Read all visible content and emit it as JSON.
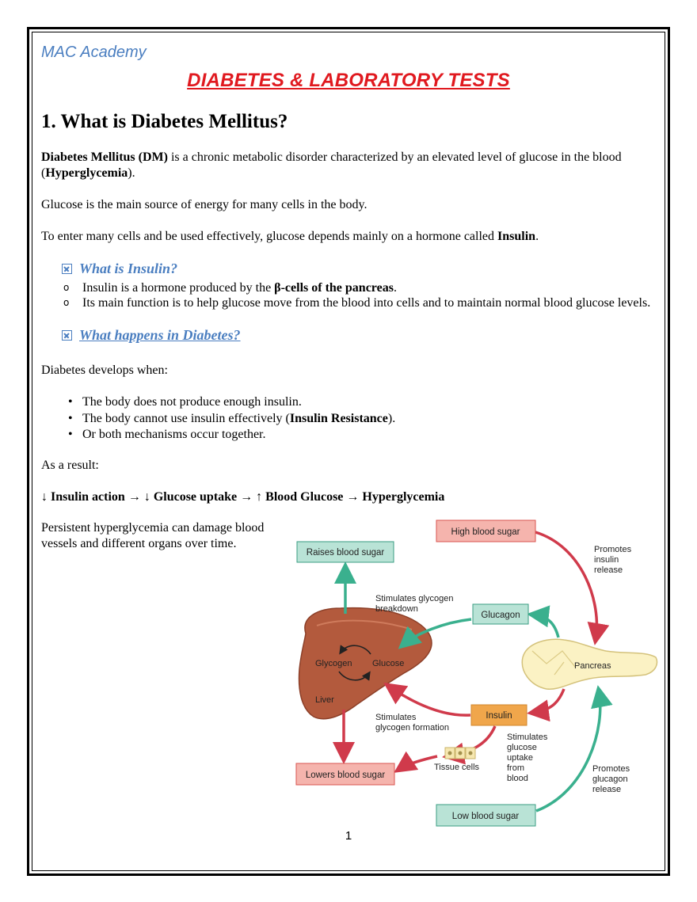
{
  "brand": "MAC Academy",
  "title": "DIABETES & LABORATORY TESTS",
  "heading": "1. What is Diabetes Mellitus?",
  "para1": {
    "term": "Diabetes Mellitus (DM)",
    "text1": " is a chronic metabolic disorder characterized by an elevated level of glucose in the blood (",
    "term2": "Hyperglycemia",
    "text2": ")."
  },
  "para2": "Glucose is the main source of energy for many cells in the body.",
  "para3": {
    "text": "To enter many cells and be used effectively, glucose depends mainly on a hormone called ",
    "term": "Insulin",
    "end": "."
  },
  "insulin_section": {
    "title": "What is Insulin?",
    "items": [
      {
        "text": "Insulin is a hormone produced by the ",
        "bold": "β-cells of the pancreas",
        "end": "."
      },
      {
        "text": "Its main function is to help glucose move from the blood into cells and to maintain normal blood glucose levels.",
        "bold": "",
        "end": ""
      }
    ]
  },
  "diabetes_section": {
    "title": "What happens in Diabetes?",
    "intro": "Diabetes develops when:",
    "bullets": [
      {
        "text": "The body does not produce enough insulin.",
        "bold": "",
        "end": ""
      },
      {
        "text": "The body cannot use insulin effectively (",
        "bold": "Insulin Resistance",
        "end": ")."
      },
      {
        "text": "Or both mechanisms occur together.",
        "bold": "",
        "end": ""
      }
    ],
    "result_label": "As a result:",
    "chain": "↓ Insulin action → ↓ Glucose uptake → ↑ Blood Glucose → Hyperglycemia",
    "closing": "Persistent hyperglycemia can damage blood vessels and different organs over time."
  },
  "diagram": {
    "high_blood_sugar": "High blood sugar",
    "raises_blood_sugar": "Raises blood sugar",
    "promotes_insulin_release": [
      "Promotes",
      "insulin",
      "release"
    ],
    "stimulates_breakdown": [
      "Stimulates glycogen",
      "breakdown"
    ],
    "glucagon": "Glucagon",
    "pancreas": "Pancreas",
    "glycogen": "Glycogen",
    "glucose": "Glucose",
    "liver": "Liver",
    "insulin": "Insulin",
    "stimulates_formation": [
      "Stimulates",
      "glycogen formation"
    ],
    "stimulates_uptake": [
      "Stimulates",
      "glucose",
      "uptake",
      "from",
      "blood"
    ],
    "tissue_cells": "Tissue cells",
    "lowers_blood_sugar": "Lowers blood sugar",
    "promotes_glucagon_release": [
      "Promotes",
      "glucagon",
      "release"
    ],
    "low_blood_sugar": "Low blood sugar",
    "colors": {
      "red_box": "#f5b4ad",
      "red_border": "#d9534f",
      "green_box": "#b9e3d6",
      "green_border": "#3a9e83",
      "orange_box": "#f0a64b",
      "red_arrow": "#d03a4b",
      "green_arrow": "#3ab08e",
      "liver": "#b35a3d"
    }
  },
  "page_number": "1"
}
